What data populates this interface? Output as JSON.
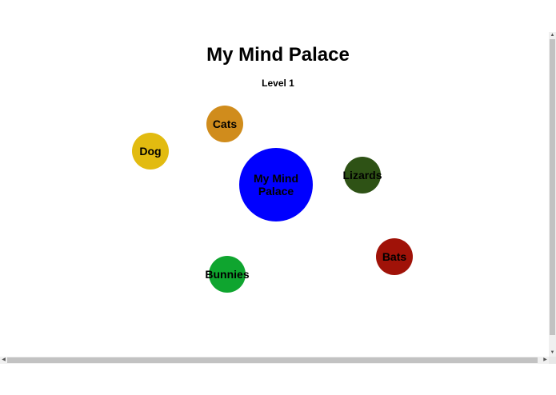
{
  "page": {
    "title": "My Mind Palace",
    "level": "Level 1"
  },
  "nodes": {
    "center": {
      "label_line1": "My Mind",
      "label_line2": "Palace",
      "color": "#0000ff"
    },
    "cats": {
      "label": "Cats",
      "color": "#d08c1c"
    },
    "dog": {
      "label": "Dog",
      "color": "#e2bb10"
    },
    "lizards": {
      "label": "Lizards",
      "color": "#2e5215"
    },
    "bats": {
      "label": "Bats",
      "color": "#a01208"
    },
    "bunnies": {
      "label": "Bunnies",
      "color": "#0fa52f"
    }
  },
  "scrollbars": {
    "up_glyph": "▲",
    "down_glyph": "▼",
    "left_glyph": "◀",
    "right_glyph": "▶"
  }
}
